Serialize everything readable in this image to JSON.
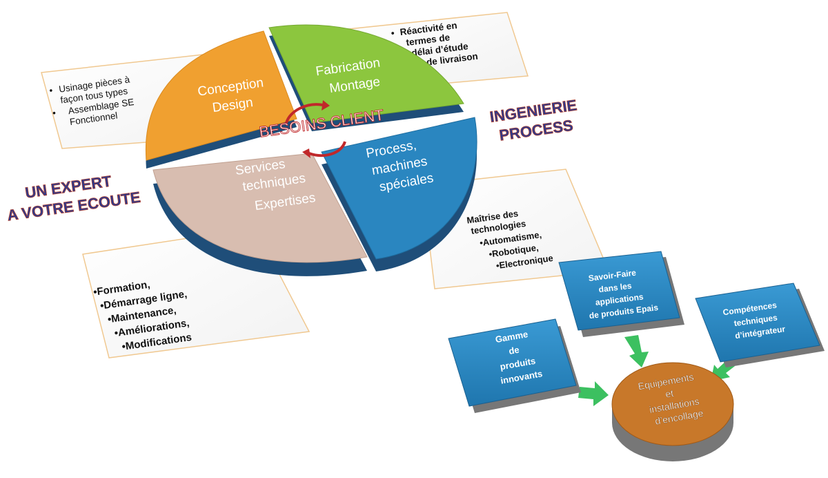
{
  "pie": {
    "center_label": "BESOINS CLIENT",
    "quadrants": {
      "conception": {
        "line1": "Conception",
        "line2": "Design",
        "color": "#F0A030"
      },
      "fabrication": {
        "line1": "Fabrication",
        "line2": "Montage",
        "color": "#8CC63E"
      },
      "process": {
        "line1": "Process,",
        "line2": "machines",
        "line3": "spéciales",
        "color": "#2A86C0"
      },
      "services": {
        "line1": "Services",
        "line2": "techniques",
        "line3": "Expertises",
        "color": "#D8BDB0"
      }
    },
    "edge_color": "#1F4E79"
  },
  "headings": {
    "expert": {
      "line1": "UN EXPERT",
      "line2": "A VOTRE ECOUTE"
    },
    "ingenierie": {
      "line1": "INGENIERIE",
      "line2": "PROCESS"
    },
    "heading_fill": "#2C3A8C",
    "heading_outline": "#B04030"
  },
  "callouts": {
    "usinage": {
      "b1a": "Usinage pièces à",
      "b1b": "façon tous types",
      "b2a": "Assemblage SE",
      "b2b": "Fonctionnel"
    },
    "reactivite": {
      "l1": "Réactivité en",
      "l2": "termes de",
      "l3": "délai d’étude",
      "l4": "et de livraison"
    },
    "maitrise": {
      "l1": "Maîtrise des",
      "l2": "technologies",
      "l3": "•Automatisme,",
      "l4": "•Robotique,",
      "l5": "•Electronique"
    },
    "formation": {
      "l1": "•Formation,",
      "l2": "•Démarrage ligne,",
      "l3": "•Maintenance,",
      "l4": "•Améliorations,",
      "l5": "•Modifications"
    }
  },
  "flow": {
    "gamme": {
      "l1": "Gamme",
      "l2": "de",
      "l3": "produits",
      "l4": "innovants"
    },
    "savoir": {
      "l1": "Savoir-Faire",
      "l2": "dans  les",
      "l3": "applications",
      "l4": "de produits  Epais"
    },
    "competences": {
      "l1": "Compétences",
      "l2": "techniques",
      "l3": "d’intégrateur"
    },
    "equipements": {
      "l1": "Equipements",
      "l2": "et",
      "l3": "installations",
      "l4": "d’encollage"
    },
    "box_color": "#2A86C0",
    "circle_color": "#C8782A",
    "arrow_color": "#3CC060"
  }
}
